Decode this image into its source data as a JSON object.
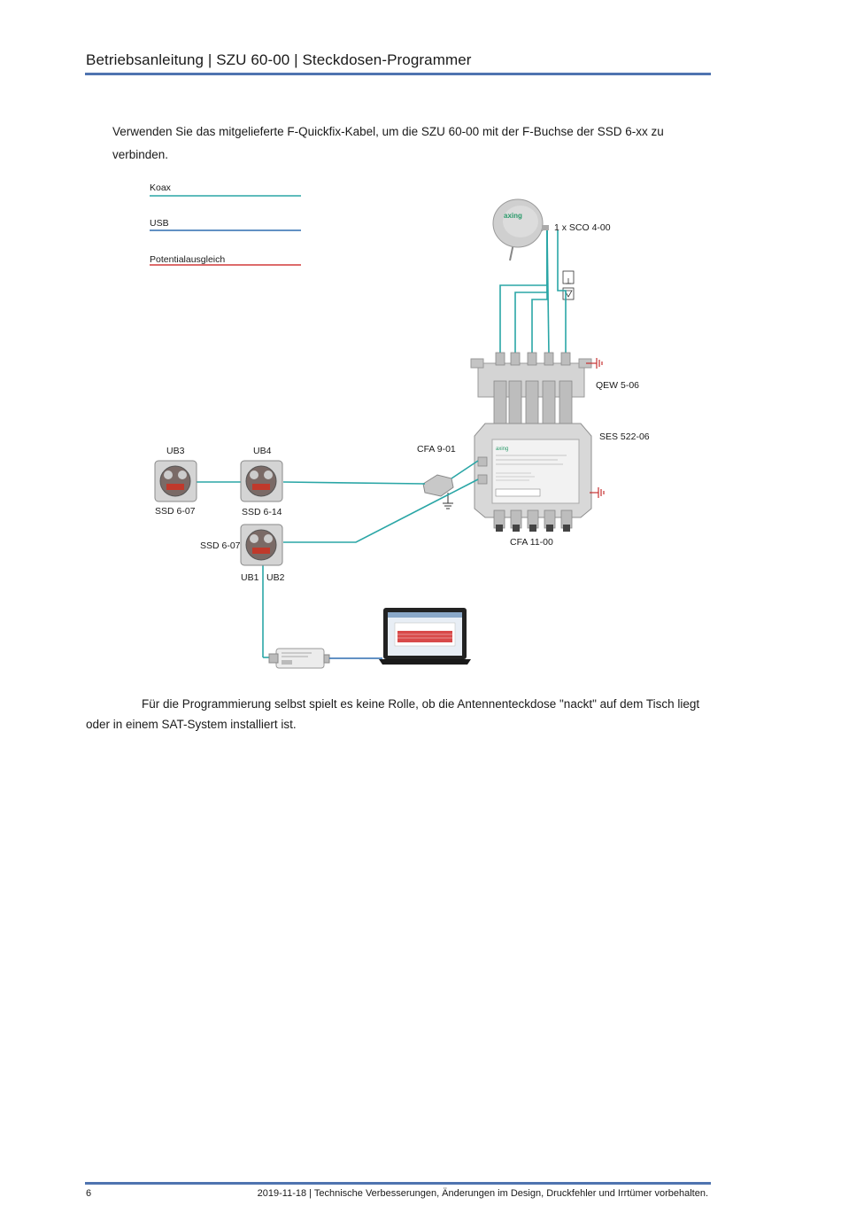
{
  "header": {
    "title": "Betriebsanleitung | SZU 60-00 | Steckdosen-Programmer"
  },
  "intro_text": "Verwenden Sie das mitgelieferte F-Quickfix-Kabel, um die SZU 60-00 mit der F-Buchse der SSD 6-xx zu verbinden.",
  "legend": [
    {
      "label": "Koax",
      "color": "#2aa6a6"
    },
    {
      "label": "USB",
      "color": "#2f6db0"
    },
    {
      "label": "Potentialausgleich",
      "color": "#d23a3a"
    }
  ],
  "diagram": {
    "lnb": "1 x SCO 4-00",
    "dish_logo": "axing",
    "amplifier": "QEW 5-06",
    "multiswitch": "SES 522-06",
    "multiswitch_logo": "axing",
    "terminator": "CFA 11-00",
    "coupler": "CFA 9-01",
    "ub3": "UB3",
    "ub4": "UB4",
    "ub1": "UB1",
    "ub2": "UB2",
    "socket_left": "SSD 6-07",
    "socket_mid": "SSD 6-14",
    "socket_low": "SSD 6-07"
  },
  "body_text": "Für die Programmierung selbst spielt es keine Rolle, ob die Antennenteckdose \"nackt\" auf dem Tisch liegt oder in einem SAT-System installiert ist.",
  "footer": {
    "page": "6",
    "text": "2019-11-18 | Technische Verbesserungen, Änderungen im Design, Druckfehler und Irrtümer vorbehalten."
  }
}
